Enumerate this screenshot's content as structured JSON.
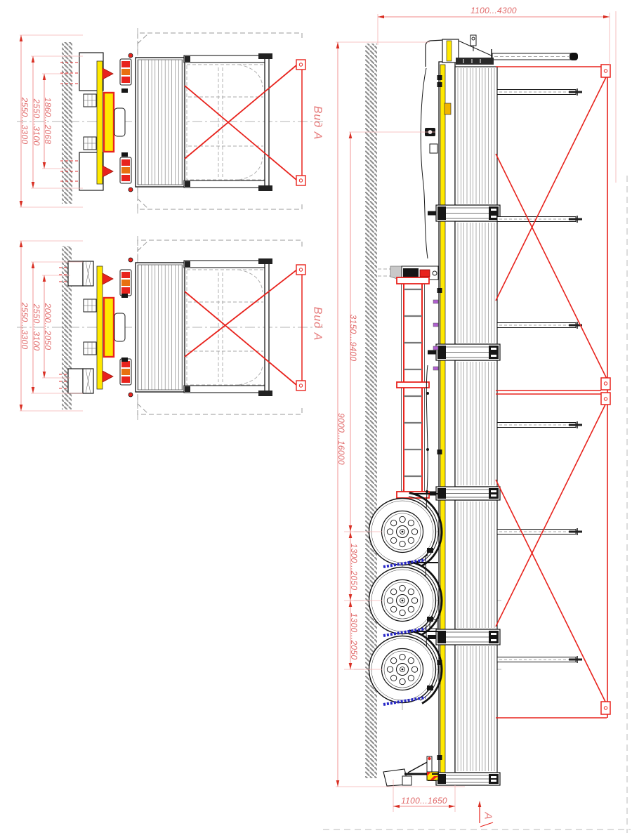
{
  "labels": {
    "view_a_1": "Вид А",
    "view_a_2": "Вид А",
    "section_arrow": "А"
  },
  "rear_view_top": {
    "width_inner": "1860...2068",
    "width_mid": "2550...3100",
    "width_outer": "2550...3300"
  },
  "rear_view_bottom": {
    "width_inner": "2000...2050",
    "width_mid": "2550...3100",
    "width_outer": "2550...3300"
  },
  "side_view": {
    "length_top": "1100...4300",
    "kingpin_to_axles": "3150...9400",
    "overall_length": "9000...16000",
    "axle_spacing_front": "1300...2050",
    "axle_spacing_rear": "1300...2050",
    "rear_overhang": "1100...1650"
  },
  "colors": {
    "accent_red": "#e8231d",
    "dimension_pink": "#e06a6a",
    "marking_yellow": "#ffe800",
    "mudflap_blue": "#2828c8"
  }
}
